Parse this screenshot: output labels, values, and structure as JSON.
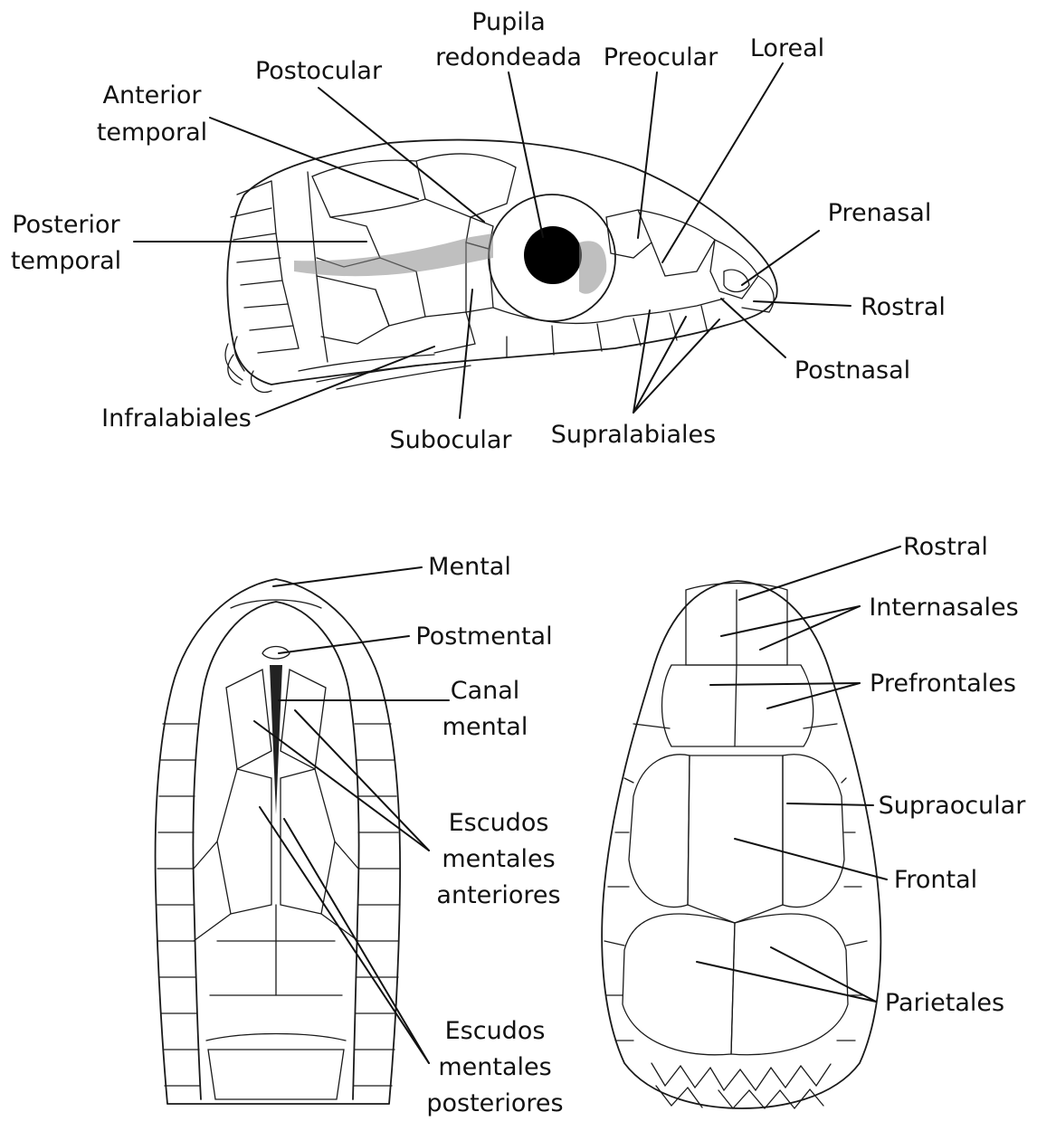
{
  "lateral": {
    "postocular": "Postocular",
    "pupila_1": "Pupila",
    "pupila_2": "redondeada",
    "preocular": "Preocular",
    "loreal": "Loreal",
    "anterior_1": "Anterior",
    "anterior_2": "temporal",
    "posterior_1": "Posterior",
    "posterior_2": "temporal",
    "prenasal": "Prenasal",
    "rostral": "Rostral",
    "postnasal": "Postnasal",
    "infralabiales": "Infralabiales",
    "subocular": "Subocular",
    "supralabiales": "Supralabiales"
  },
  "ventral": {
    "mental": "Mental",
    "postmental": "Postmental",
    "canal_1": "Canal",
    "canal_2": "mental",
    "anteriores_1": "Escudos",
    "anteriores_2": "mentales",
    "anteriores_3": "anteriores",
    "posteriores_1": "Escudos",
    "posteriores_2": "mentales",
    "posteriores_3": "posteriores"
  },
  "dorsal": {
    "rostral": "Rostral",
    "internasales": "Internasales",
    "prefrontales": "Prefrontales",
    "supraocular": "Supraocular",
    "frontal": "Frontal",
    "parietales": "Parietales"
  }
}
